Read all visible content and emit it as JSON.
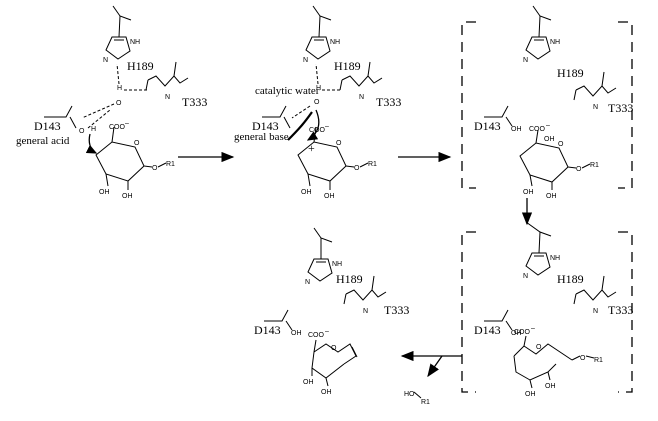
{
  "residues": {
    "his": "H189",
    "thr": "T333",
    "asp": "D143",
    "nh": "NH",
    "n": "N",
    "o": "O",
    "oh": "OH",
    "cooh": "OH",
    "coo_minus": "COO",
    "minus": "–",
    "h": "H",
    "r1": "R1",
    "ho_r1": "HO",
    "plus": "+"
  },
  "labels": {
    "general_acid": "general acid",
    "catalytic_water": "catalytic water",
    "general_base": "general base"
  }
}
